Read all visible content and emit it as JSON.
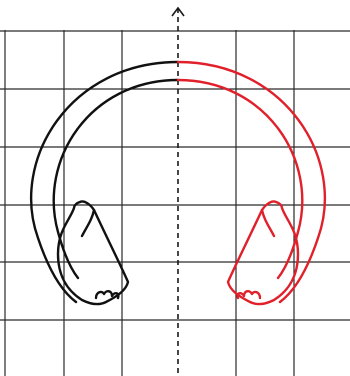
{
  "figure": {
    "background": "#ffffff",
    "grid": {
      "shown": true,
      "color": "#2a2a2a",
      "columns": 6,
      "rows": 6
    },
    "symmetry_axis": {
      "style": "dashed",
      "has_arrow": true,
      "color": "#1a1a1a"
    },
    "left_half": {
      "color": "#111111",
      "label": ""
    },
    "right_half": {
      "color": "#e0202a",
      "label": ""
    },
    "subject_icon": "headphones-icon"
  }
}
